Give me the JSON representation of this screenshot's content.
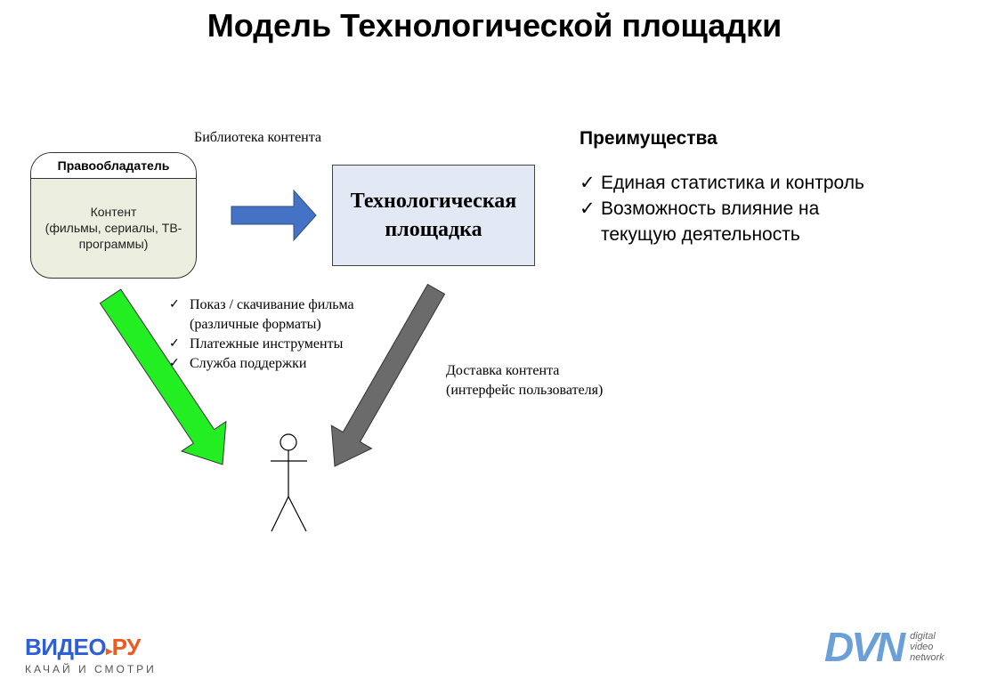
{
  "title": "Модель Технологической площадки",
  "library_label": "Библиотека контента",
  "owner": {
    "header": "Правообладатель",
    "body": [
      "Контент",
      "(фильмы, сериалы, ТВ-",
      "программы)"
    ]
  },
  "platform": {
    "lines": [
      "Технологическая",
      "площадка"
    ]
  },
  "advantages": {
    "title": "Преимущества",
    "check": "✓",
    "items": [
      "Единая статистика и контроль",
      "Возможность влияние на",
      "текущую деятельность"
    ]
  },
  "features": {
    "check": "✓",
    "items": [
      "Показ / скачивание фильма",
      "(различные форматы)",
      "Платежные инструменты",
      "Служба поддержки"
    ]
  },
  "delivery": [
    "Доставка контента",
    "(интерфейс пользователя)"
  ],
  "logos": {
    "video_main": "ВИДЕО",
    "video_ru": "РУ",
    "video_sub": "КАЧАЙ И СМОТРИ",
    "dvn": "DVN",
    "dvn_sub": [
      "digital",
      "video",
      "network"
    ]
  },
  "colors": {
    "green_arrow": "#22ee22",
    "gray_arrow": "#6b6b6b",
    "blue_arrow": "#4472c4"
  }
}
